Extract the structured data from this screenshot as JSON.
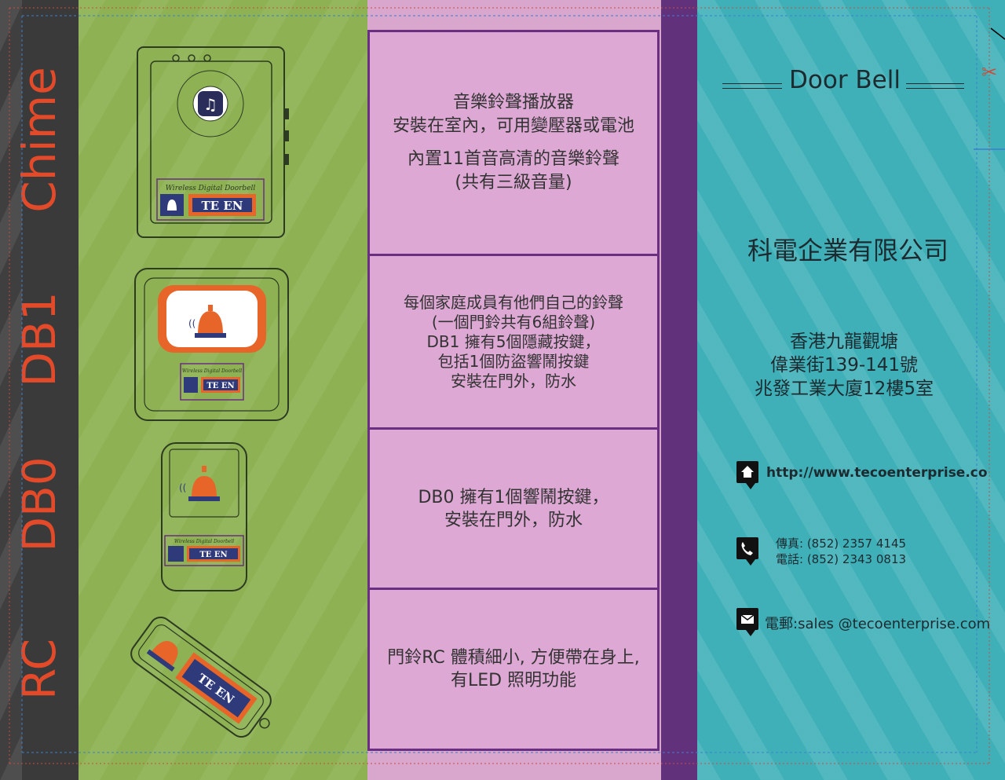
{
  "left_labels": [
    "Chime",
    "DB1",
    "DB0",
    "RC"
  ],
  "products": {
    "chime": {
      "panel_text": "Wireless Digital Doorbell",
      "brand": "TE EN"
    },
    "db1": {
      "panel_text": "Wireless Digital Doorbell",
      "brand": "TE EN"
    },
    "db0": {
      "panel_text": "Wireless Digital Doorbell",
      "brand": "TE EN"
    },
    "rc": {
      "brand": "TE EN"
    }
  },
  "descriptions": {
    "chime": [
      "音樂鈴聲播放器",
      "安裝在室內，可用變壓器或電池",
      "內置11首音高清的音樂鈴聲",
      "(共有三級音量)"
    ],
    "db1": [
      "每個家庭成員有他們自己的鈴聲",
      "(一個門鈴共有6組鈴聲)",
      "DB1 擁有5個隱藏按鍵，",
      "包括1個防盜響鬧按鍵",
      "安裝在門外，防水"
    ],
    "db0": [
      "DB0 擁有1個響鬧按鍵，",
      "安裝在門外，防水"
    ],
    "rc": [
      "門鈴RC 體積細小, 方便帶在身上,",
      "有LED 照明功能"
    ]
  },
  "right": {
    "title": "Door Bell",
    "company": "科電企業有限公司",
    "address": [
      "香港九龍觀塘",
      "偉業街139-141號",
      "兆發工業大廈12樓5室"
    ],
    "website": "http://www.tecoenterprise.co",
    "fax": "傳真: (852) 2357 4145",
    "phone": "電話: (852) 2343 0813",
    "email": "電郵:sales @tecoenterprise.com",
    "icons": [
      "home-icon",
      "phone-icon",
      "mail-icon"
    ]
  },
  "colors": {
    "label_red": "#e24a2a",
    "green": "#8db153",
    "pink": "#dda8d4",
    "purple": "#62317c",
    "teal": "#3fb0b8",
    "orange": "#e8652a",
    "navy": "#2f3a7a"
  }
}
